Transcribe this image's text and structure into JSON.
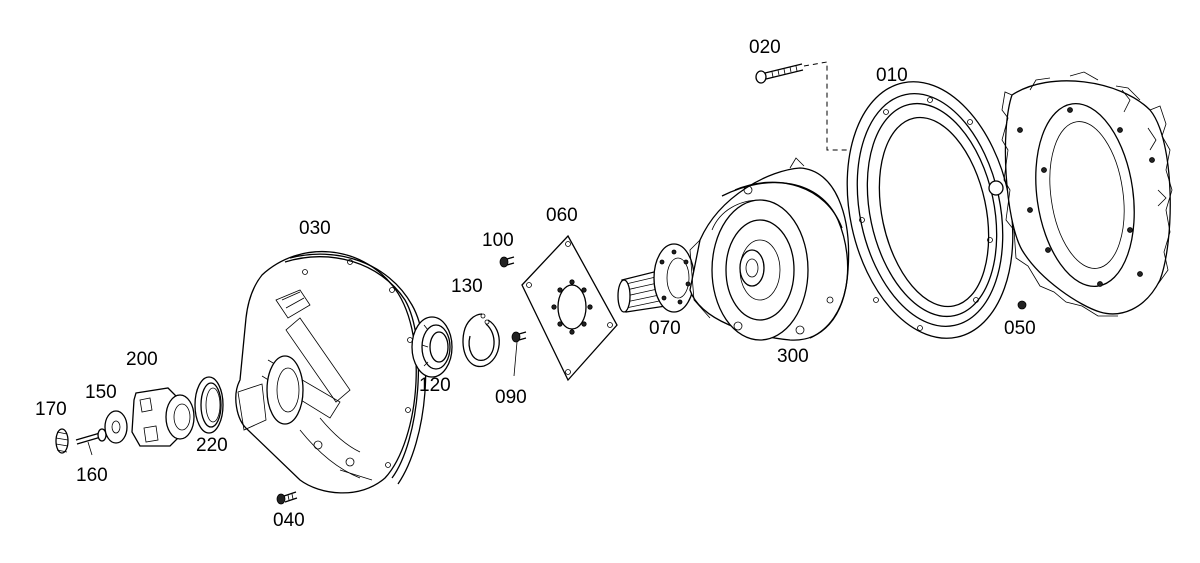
{
  "labels": {
    "p010": "010",
    "p020": "020",
    "p030": "030",
    "p040": "040",
    "p050": "050",
    "p060": "060",
    "p070": "070",
    "p090": "090",
    "p100": "100",
    "p120": "120",
    "p130": "130",
    "p150": "150",
    "p160": "160",
    "p170": "170",
    "p200": "200",
    "p220": "220",
    "p300": "300"
  }
}
